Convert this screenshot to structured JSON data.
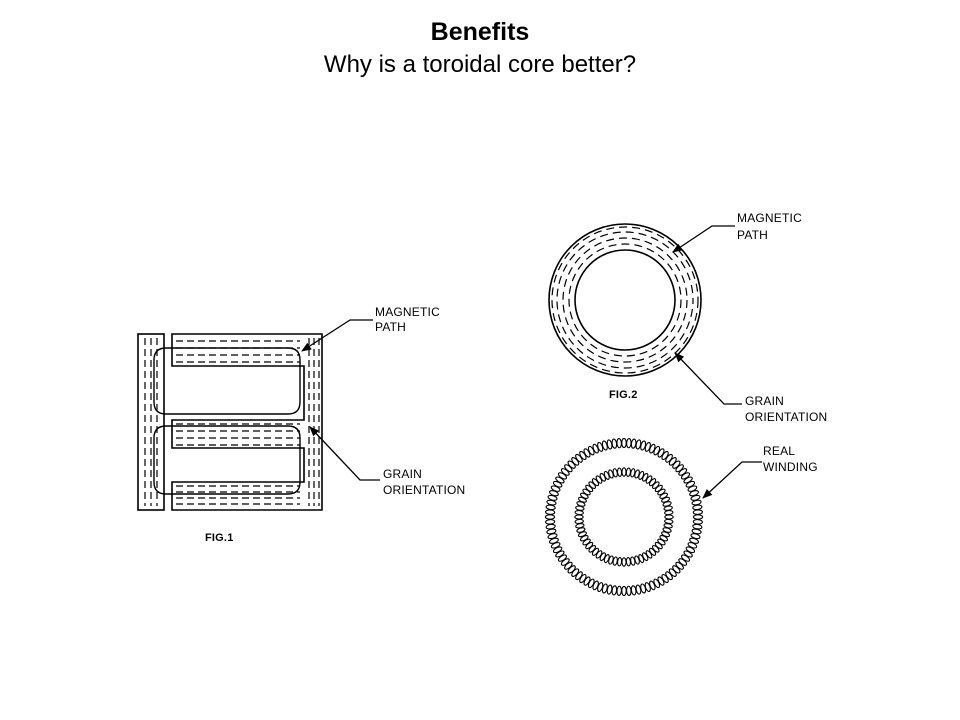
{
  "header": {
    "title": "Benefits",
    "subtitle": "Why is a toroidal core better?"
  },
  "fig1": {
    "caption": "FIG.1",
    "label_magnetic_line1": "MAGNETIC",
    "label_magnetic_line2": "PATH",
    "label_grain_line1": "GRAIN",
    "label_grain_line2": "ORIENTATION"
  },
  "fig2": {
    "caption": "FIG.2",
    "label_magnetic_line1": "MAGNETIC",
    "label_magnetic_line2": "PATH",
    "label_grain_line1": "GRAIN",
    "label_grain_line2": "ORIENTATION"
  },
  "fig3": {
    "label_winding_line1": "REAL",
    "label_winding_line2": "WINDING"
  }
}
